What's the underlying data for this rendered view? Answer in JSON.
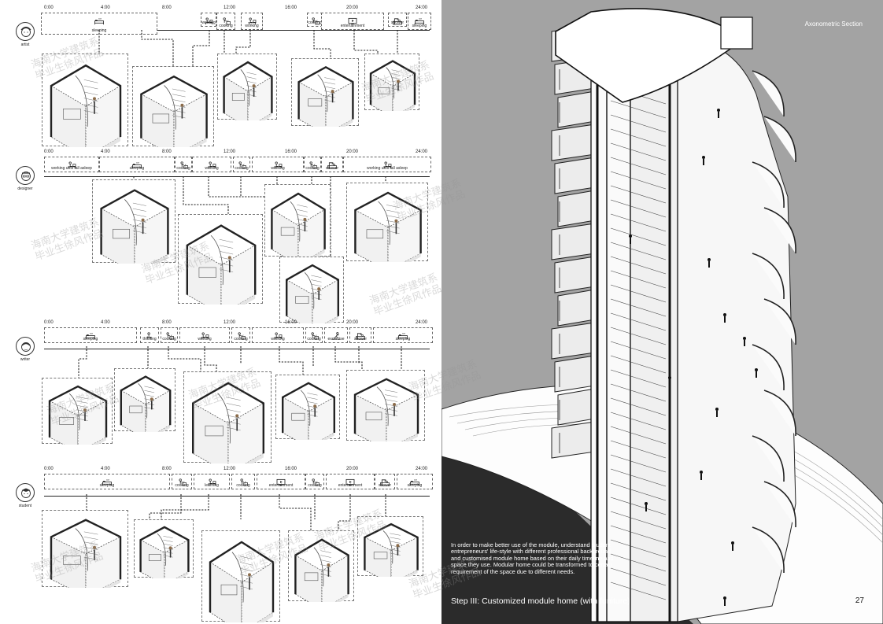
{
  "right_panel": {
    "section_title": "Axonometric Section",
    "description": "In order to make better use of the module, understand student entrepreneurs' life-style with different professional background and customised module home based on their daily timeline and space they use. Modular home could be transformed to certain requirement of the space due to different needs.",
    "step_title": "Step III: Customized module home (with funiture)",
    "page_number": "27"
  },
  "watermark": {
    "line1": "海南大学建筑系",
    "line2": "毕业生徐风作品"
  },
  "colors": {
    "panel_gray": "#a3a3a3",
    "ink": "#222222",
    "dark_ground": "#2b2b2b"
  },
  "personas": [
    {
      "label": "artist",
      "icon": "artist-head-icon",
      "times": [
        "0:00",
        "4:00",
        "8:00",
        "12:00",
        "16:00",
        "20:00",
        "24:00"
      ],
      "activities": [
        {
          "label": "sleeping",
          "icon": "bed-icon"
        },
        {
          "label": "working",
          "icon": "desk-icon"
        },
        {
          "label": "cooking",
          "icon": "cooking-icon"
        },
        {
          "label": "working",
          "icon": "desk-icon"
        },
        {
          "label": "cooking",
          "icon": "cooking-icon"
        },
        {
          "label": "entertainment",
          "icon": "tv-icon"
        },
        {
          "label": "shower",
          "icon": "shower-icon"
        },
        {
          "label": "sleeping",
          "icon": "bed-icon"
        }
      ]
    },
    {
      "label": "designer",
      "icon": "designer-head-icon",
      "times": [
        "0:00",
        "4:00",
        "8:00",
        "12:00",
        "16:00",
        "20:00",
        "24:00"
      ],
      "activities": [
        {
          "label": "working until fall asleep",
          "icon": "desk-icon"
        },
        {
          "label": "sleeping",
          "icon": "bed-icon"
        },
        {
          "label": "cooking",
          "icon": "cooking-icon"
        },
        {
          "label": "working",
          "icon": "desk-icon"
        },
        {
          "label": "cooking",
          "icon": "cooking-icon"
        },
        {
          "label": "working",
          "icon": "desk-icon"
        },
        {
          "label": "cooking",
          "icon": "cooking-icon"
        },
        {
          "label": "shower",
          "icon": "shower-icon"
        },
        {
          "label": "working until fall asleep",
          "icon": "desk-icon"
        }
      ]
    },
    {
      "label": "writer",
      "icon": "writer-head-icon",
      "times": [
        "0:00",
        "4:00",
        "8:00",
        "12:00",
        "16:00",
        "20:00",
        "24:00"
      ],
      "activities": [
        {
          "label": "sleeping",
          "icon": "bed-icon"
        },
        {
          "label": "thinking",
          "icon": "chair-icon"
        },
        {
          "label": "cooking",
          "icon": "cooking-icon"
        },
        {
          "label": "working",
          "icon": "desk-icon"
        },
        {
          "label": "cooking",
          "icon": "cooking-icon"
        },
        {
          "label": "working",
          "icon": "desk-icon"
        },
        {
          "label": "cooking",
          "icon": "cooking-icon"
        },
        {
          "label": "excercise",
          "icon": "exercise-icon"
        },
        {
          "label": "shower",
          "icon": "shower-icon"
        },
        {
          "label": "sleeping",
          "icon": "bed-icon"
        }
      ]
    },
    {
      "label": "student",
      "icon": "student-head-icon",
      "times": [
        "0:00",
        "4:00",
        "8:00",
        "12:00",
        "16:00",
        "20:00",
        "24:00"
      ],
      "activities": [
        {
          "label": "sleeping",
          "icon": "bed-icon"
        },
        {
          "label": "cooking",
          "icon": "cooking-icon"
        },
        {
          "label": "learning",
          "icon": "desk-icon"
        },
        {
          "label": "cooking",
          "icon": "cooking-icon"
        },
        {
          "label": "entertainment",
          "icon": "tv-icon"
        },
        {
          "label": "cooking",
          "icon": "cooking-icon"
        },
        {
          "label": "entertainment",
          "icon": "tv-icon"
        },
        {
          "label": "shower",
          "icon": "shower-icon"
        },
        {
          "label": "sleeping",
          "icon": "bed-icon"
        }
      ]
    }
  ]
}
